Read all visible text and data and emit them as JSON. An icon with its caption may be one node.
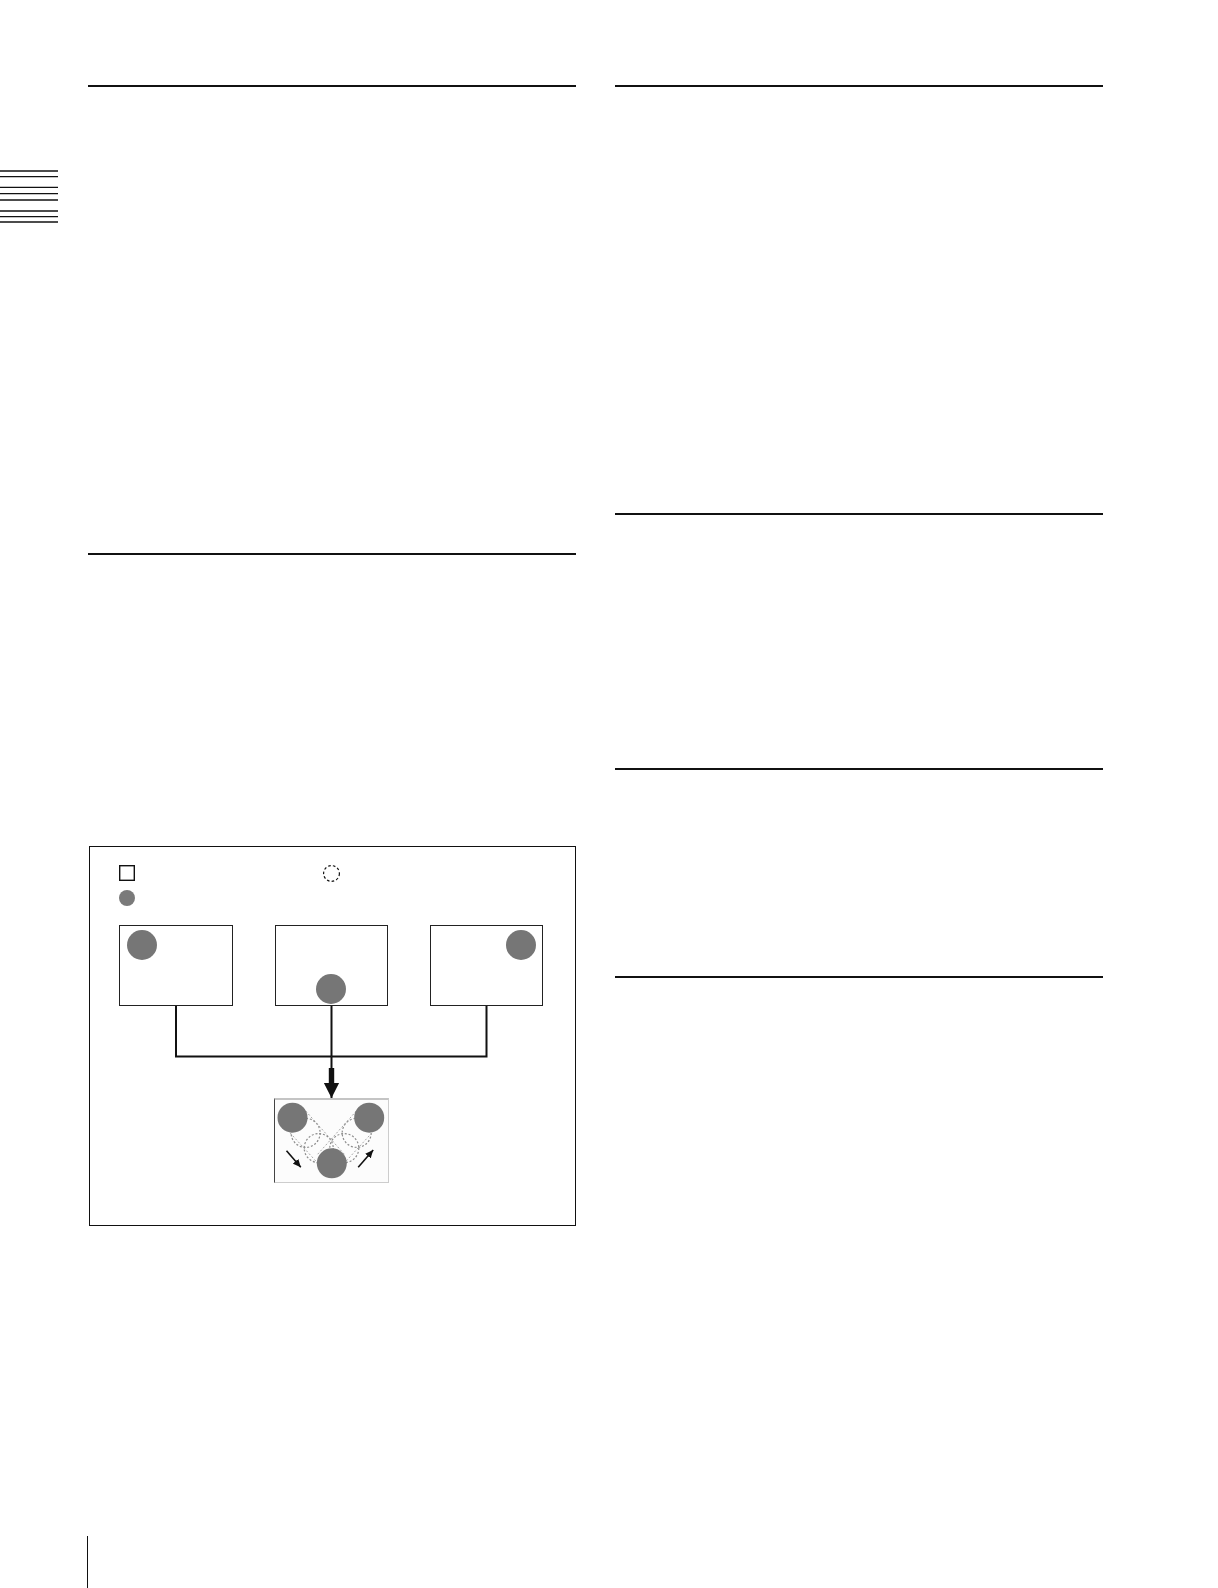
{
  "diagram": {
    "nodes": [
      {
        "text": [],
        "shape": "box"
      },
      {
        "text": [],
        "shape": "circle"
      },
      {
        "text": [],
        "shape": "circle"
      },
      {
        "text": [],
        "shape": "picture"
      },
      {
        "text": [],
        "shape": "picture"
      },
      {
        "text": [],
        "shape": "picture"
      },
      {
        "text": [],
        "shape": "picture"
      }
    ],
    "edges": [
      {
        "from": 3,
        "to": 6,
        "arrow": "to"
      },
      {
        "from": 4,
        "to": 6,
        "arrow": "to"
      },
      {
        "from": 5,
        "to": 6,
        "arrow": "to"
      }
    ]
  }
}
